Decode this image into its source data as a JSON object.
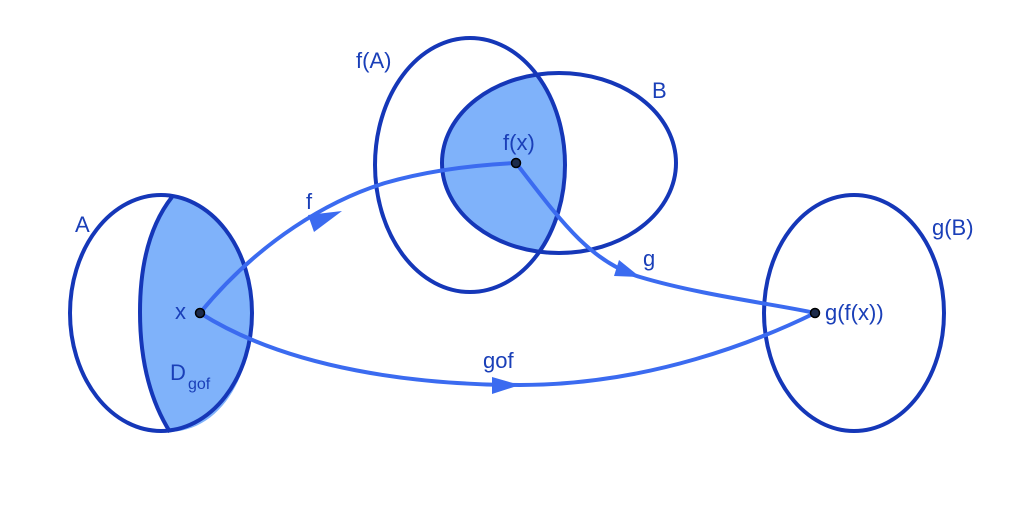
{
  "sets": {
    "A": "A",
    "fA": "f(A)",
    "B": "B",
    "gB": "g(B)"
  },
  "points": {
    "x": "x",
    "fx": "f(x)",
    "gfx": "g(f(x))"
  },
  "maps": {
    "f": "f",
    "g": "g",
    "gof": "gof"
  },
  "domain_label": {
    "main": "D",
    "sub": "gof"
  },
  "colors": {
    "outline": "#1537b8",
    "shade": "#7fb2fa",
    "arrow": "#3b6bf0",
    "text": "#1a3fb8"
  }
}
